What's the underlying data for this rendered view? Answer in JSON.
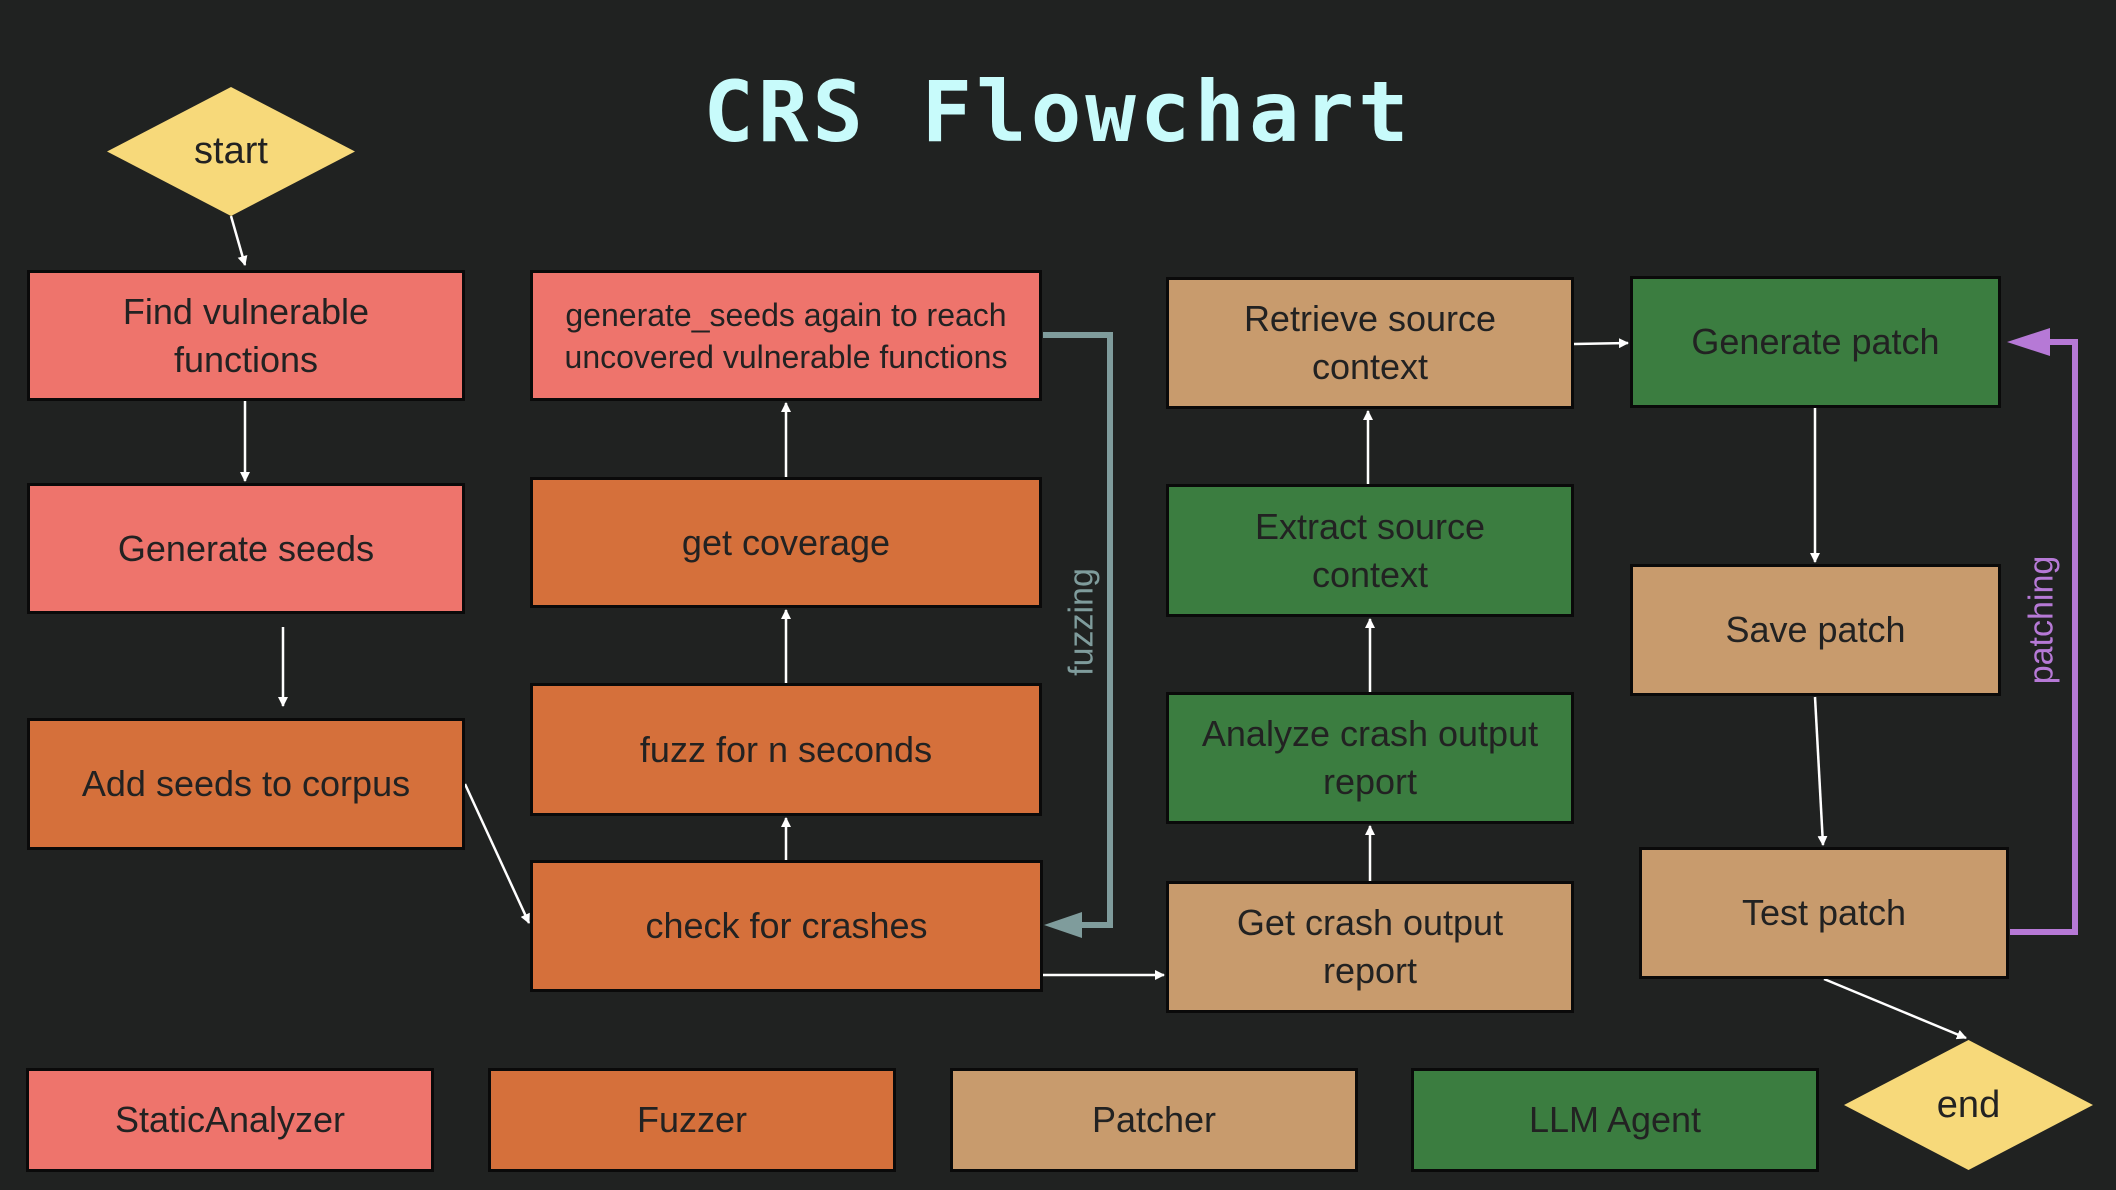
{
  "title": "CRS Flowchart",
  "colors": {
    "background": "#202221",
    "title": "#c8fbfb",
    "StaticAnalyzer": "#ee746c",
    "Fuzzer": "#d5703b",
    "Patcher": "#c89b6d",
    "LLM Agent": "#3b7d40",
    "terminal": "#f7d97a",
    "arrow": "#ffffff",
    "fuzzing_loop": "#7f9c9c",
    "patching_loop": "#b679d6"
  },
  "terminals": {
    "start": "start",
    "end": "end"
  },
  "nodes": {
    "find_vulnerable": {
      "label": "Find vulnerable\nfunctions",
      "role": "StaticAnalyzer"
    },
    "generate_seeds": {
      "label": "Generate seeds",
      "role": "StaticAnalyzer"
    },
    "add_seeds": {
      "label": "Add seeds to corpus",
      "role": "Fuzzer"
    },
    "generate_seeds_again": {
      "label": "generate_seeds again to reach\nuncovered vulnerable functions",
      "role": "StaticAnalyzer"
    },
    "get_coverage": {
      "label": "get coverage",
      "role": "Fuzzer"
    },
    "fuzz": {
      "label": "fuzz for n seconds",
      "role": "Fuzzer"
    },
    "check_crashes": {
      "label": "check for crashes",
      "role": "Fuzzer"
    },
    "retrieve_context": {
      "label": "Retrieve source\ncontext",
      "role": "Patcher"
    },
    "extract_context": {
      "label": "Extract source\ncontext",
      "role": "LLM Agent"
    },
    "analyze_crash": {
      "label": "Analyze crash output\nreport",
      "role": "LLM Agent"
    },
    "get_crash": {
      "label": "Get crash output\nreport",
      "role": "Patcher"
    },
    "generate_patch": {
      "label": "Generate patch",
      "role": "LLM Agent"
    },
    "save_patch": {
      "label": "Save patch",
      "role": "Patcher"
    },
    "test_patch": {
      "label": "Test patch",
      "role": "Patcher"
    }
  },
  "loops": {
    "fuzzing": "fuzzing",
    "patching": "patching"
  },
  "edges": [
    [
      "start",
      "find_vulnerable"
    ],
    [
      "find_vulnerable",
      "generate_seeds"
    ],
    [
      "generate_seeds",
      "add_seeds"
    ],
    [
      "add_seeds",
      "check_crashes"
    ],
    [
      "check_crashes",
      "fuzz"
    ],
    [
      "fuzz",
      "get_coverage"
    ],
    [
      "get_coverage",
      "generate_seeds_again"
    ],
    [
      "generate_seeds_again",
      "check_crashes",
      "fuzzing"
    ],
    [
      "check_crashes",
      "get_crash"
    ],
    [
      "get_crash",
      "analyze_crash"
    ],
    [
      "analyze_crash",
      "extract_context"
    ],
    [
      "extract_context",
      "retrieve_context"
    ],
    [
      "retrieve_context",
      "generate_patch"
    ],
    [
      "generate_patch",
      "save_patch"
    ],
    [
      "save_patch",
      "test_patch"
    ],
    [
      "test_patch",
      "generate_patch",
      "patching"
    ],
    [
      "test_patch",
      "end"
    ]
  ],
  "legend": [
    {
      "label": "StaticAnalyzer"
    },
    {
      "label": "Fuzzer"
    },
    {
      "label": "Patcher"
    },
    {
      "label": "LLM Agent"
    }
  ]
}
